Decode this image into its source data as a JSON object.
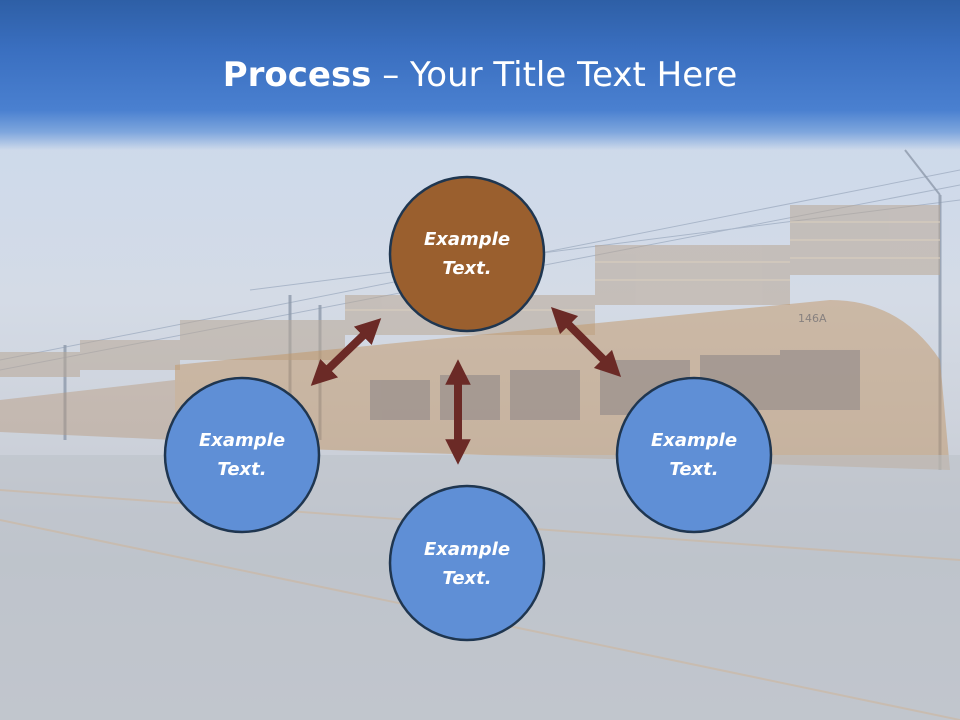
{
  "slide": {
    "title_bold": "Process",
    "title_rest": " – Your Title Text Here"
  },
  "diagram": {
    "center": {
      "line1": "Example",
      "line2": "Text.",
      "color": "#9a5f2e"
    },
    "left": {
      "line1": "Example",
      "line2": "Text.",
      "color": "#5f8fd6"
    },
    "right": {
      "line1": "Example",
      "line2": "Text.",
      "color": "#5f8fd6"
    },
    "bottom": {
      "line1": "Example",
      "line2": "Text.",
      "color": "#5f8fd6"
    },
    "circle_border_color": "#1f3650",
    "arrow_color": "#6b2a26",
    "background_image": "light-rail-train-at-station",
    "train_label": "146A"
  }
}
